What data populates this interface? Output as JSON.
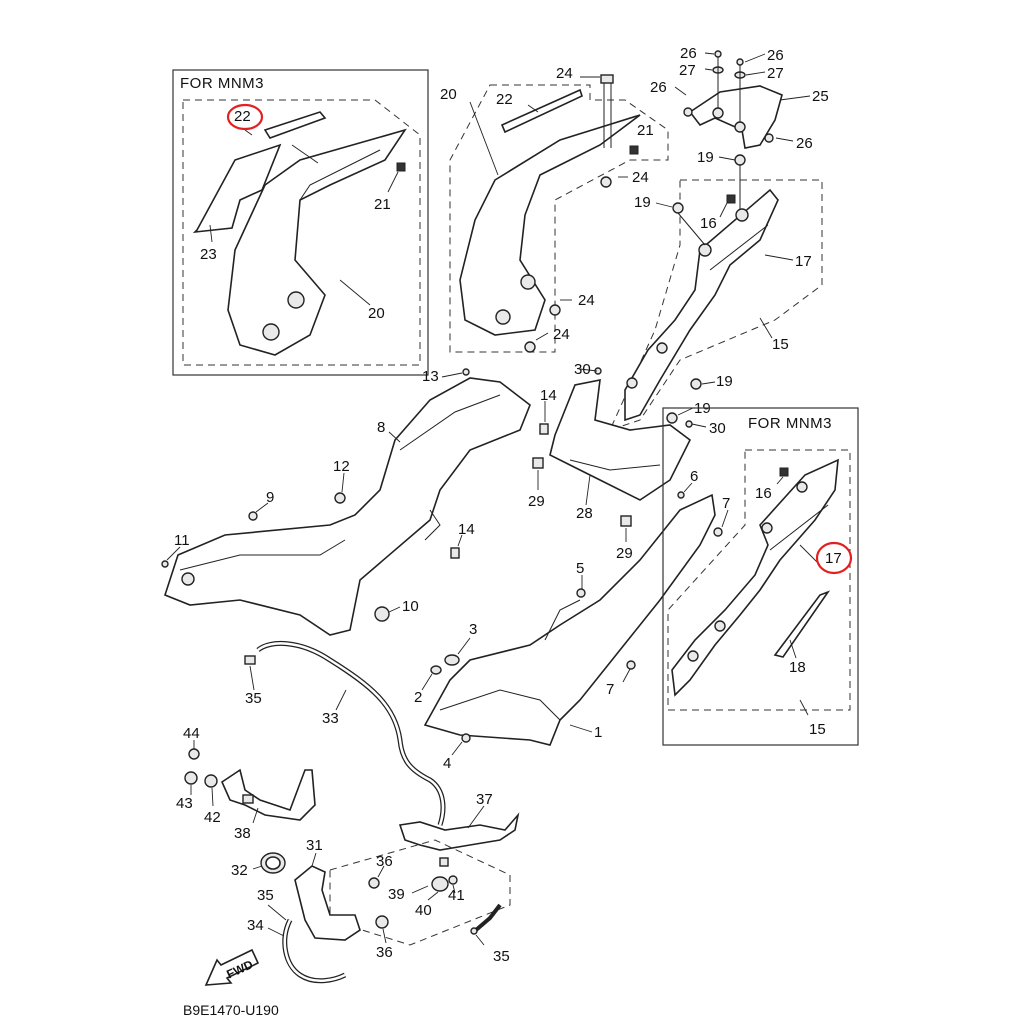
{
  "boxes": {
    "left_title": "FOR MNM3",
    "right_title": "FOR MNM3"
  },
  "fwd_label": "FWD",
  "reference": "B9E1470-U190",
  "labels": {
    "l22a": "22",
    "l23": "23",
    "l21a": "21",
    "l20a": "20",
    "l20b": "20",
    "l22b": "22",
    "l24a": "24",
    "l21b": "21",
    "l24b": "24",
    "l24c": "24",
    "l24d": "24",
    "l26a": "26",
    "l26b": "26",
    "l27a": "27",
    "l27b": "27",
    "l26c": "26",
    "l25": "25",
    "l26d": "26",
    "l19a": "19",
    "l19b": "19",
    "l16a": "16",
    "l17a": "17",
    "l15a": "15",
    "l30a": "30",
    "l19c": "19",
    "l19d": "19",
    "l30b": "30",
    "l13": "13",
    "l14a": "14",
    "l8": "8",
    "l12": "12",
    "l9": "9",
    "l11": "11",
    "l14b": "14",
    "l10": "10",
    "l29a": "29",
    "l28": "28",
    "l29b": "29",
    "l6": "6",
    "l7a": "7",
    "l5": "5",
    "l3": "3",
    "l2": "2",
    "l7b": "7",
    "l1": "1",
    "l4": "4",
    "l16b": "16",
    "l17b": "17",
    "l18": "18",
    "l15b": "15",
    "l35a": "35",
    "l33": "33",
    "l44": "44",
    "l43": "43",
    "l42": "42",
    "l38": "38",
    "l37": "37",
    "l31": "31",
    "l32": "32",
    "l36a": "36",
    "l39": "39",
    "l40": "40",
    "l41": "41",
    "l35b": "35",
    "l34": "34",
    "l36b": "36",
    "l35c": "35"
  },
  "highlight_color": "#e32020"
}
